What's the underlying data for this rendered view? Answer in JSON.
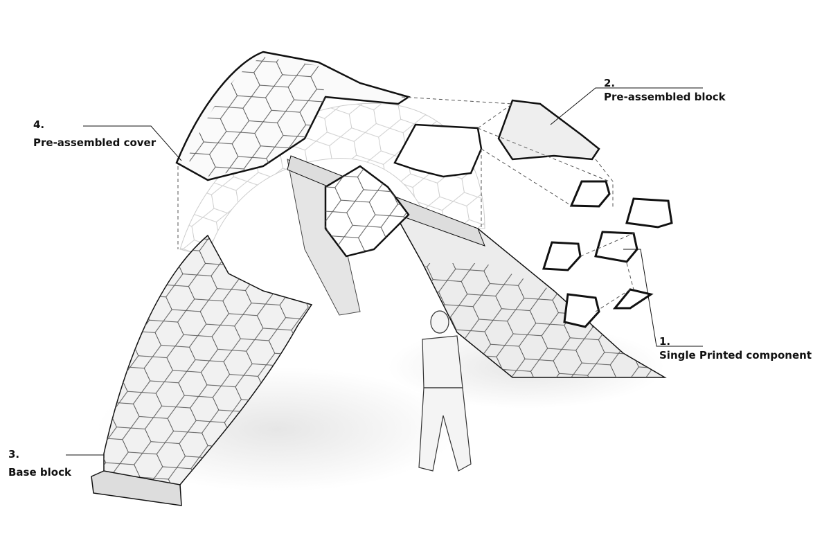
{
  "labels": [
    {
      "number": "1.",
      "text": "Single Printed component"
    },
    {
      "number": "2.",
      "text": "Pre-assembled block"
    },
    {
      "number": "3.",
      "text": "Base block"
    },
    {
      "number": "4.",
      "text": "Pre-assembled cover"
    }
  ],
  "colors": {
    "line": "#111111",
    "shade": "#d8d8d8",
    "ghost": "#bbbbbb"
  }
}
